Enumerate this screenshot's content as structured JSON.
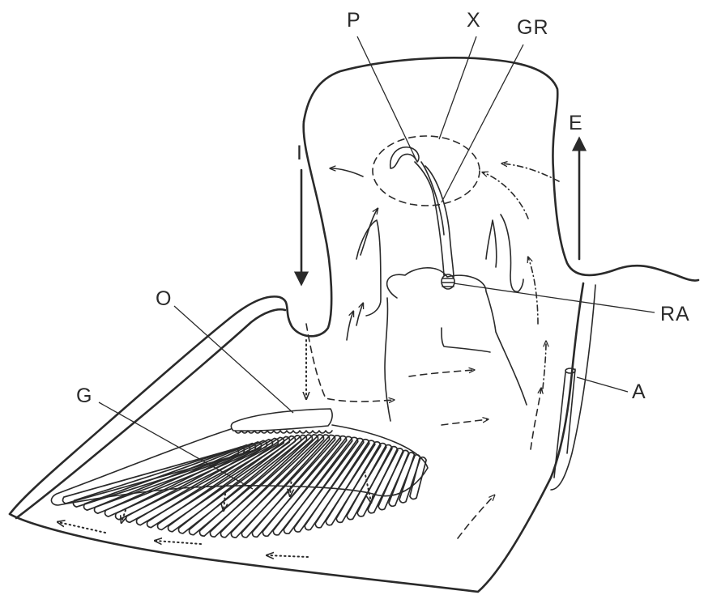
{
  "labels": {
    "P": "P",
    "X": "X",
    "GR": "GR",
    "E": "E",
    "I": "I",
    "O": "O",
    "RA": "RA",
    "G": "G",
    "A": "A"
  }
}
